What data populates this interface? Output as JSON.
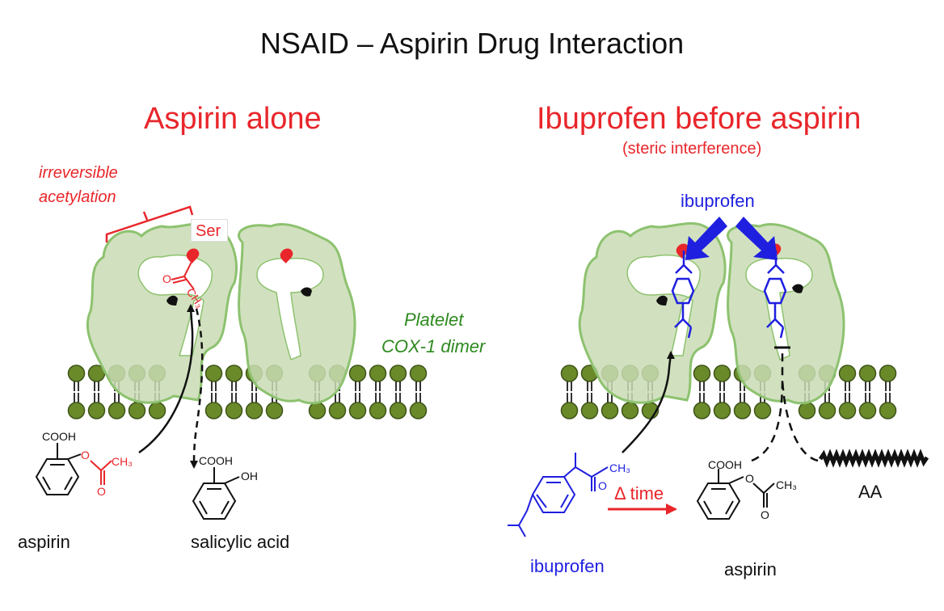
{
  "title": "NSAID – Aspirin Drug Interaction",
  "colors": {
    "red": "#e8262b",
    "blue": "#1f1fe0",
    "green": "#2d8a1e",
    "protein_fill": "#c9dcb4",
    "protein_edge": "#8dc26f",
    "lipid_head": "#6a8a2a"
  },
  "left_panel": {
    "heading": "Aspirin alone",
    "annotation_line1": "irreversible",
    "annotation_line2": "acetylation",
    "residue": "Ser",
    "acetyl_o": "O",
    "acetyl_ch3": "CH₃",
    "protein_label_line1": "Platelet",
    "protein_label_line2": "COX-1 dimer",
    "aspirin": {
      "cooh": "COOH",
      "o": "O",
      "ch3": "CH₃",
      "carbonyl_o": "O",
      "name": "aspirin"
    },
    "salicylic": {
      "cooh": "COOH",
      "oh": "OH",
      "name": "salicylic acid"
    }
  },
  "right_panel": {
    "heading": "Ibuprofen before aspirin",
    "subheading": "(steric interference)",
    "ibuprofen_label": "ibuprofen",
    "ibuprofen": {
      "ch3": "CH₃",
      "o": "O",
      "name": "ibuprofen"
    },
    "time_label": "Δ time",
    "aspirin": {
      "cooh": "COOH",
      "o": "O",
      "ch3": "CH₃",
      "carbonyl_o": "O",
      "name": "aspirin"
    },
    "aa_label": "AA"
  }
}
